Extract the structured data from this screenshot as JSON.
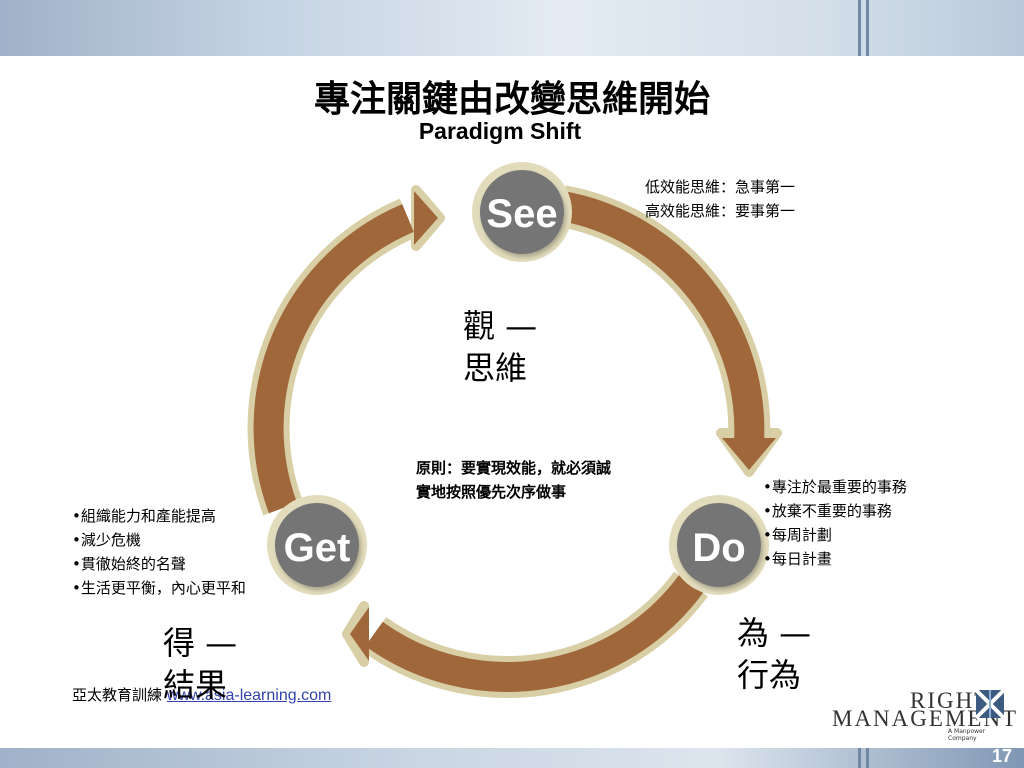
{
  "title": "專注關鍵由改變思維開始",
  "subtitle": "Paradigm Shift",
  "cycle": {
    "nodes": [
      {
        "id": "see",
        "label": "See"
      },
      {
        "id": "do",
        "label": "Do"
      },
      {
        "id": "get",
        "label": "Get"
      }
    ],
    "colors": {
      "arrow": "#a0683a",
      "arrow_outline": "#d8cfa6",
      "node": "#757575",
      "node_outline": "#e2dcbc"
    }
  },
  "see_notes": [
    "低效能思維：急事第一",
    "高效能思維：要事第一"
  ],
  "center_label": {
    "line1": "觀 —",
    "line2": "思維"
  },
  "principle": "原則：要實現效能，就必須誠實地按照優先次序做事",
  "do_points": [
    "•專注於最重要的事務",
    "•放棄不重要的事務",
    "•每周計劃",
    "•每日計畫"
  ],
  "do_label": {
    "line1": "為 —",
    "line2": "行為"
  },
  "get_points": [
    "•組織能力和產能提高",
    "•減少危機",
    "•貫徹始終的名聲",
    "•生活更平衡，內心更平和"
  ],
  "get_label": {
    "line1": "得 —",
    "line2": "結果"
  },
  "footer": {
    "org": "亞太教育訓練",
    "url": "www.asia-learning.com"
  },
  "logo": {
    "line1": "RIGHT",
    "line2": "MANAGEMENT",
    "tagline": "A Manpower Company"
  },
  "page_number": "17"
}
